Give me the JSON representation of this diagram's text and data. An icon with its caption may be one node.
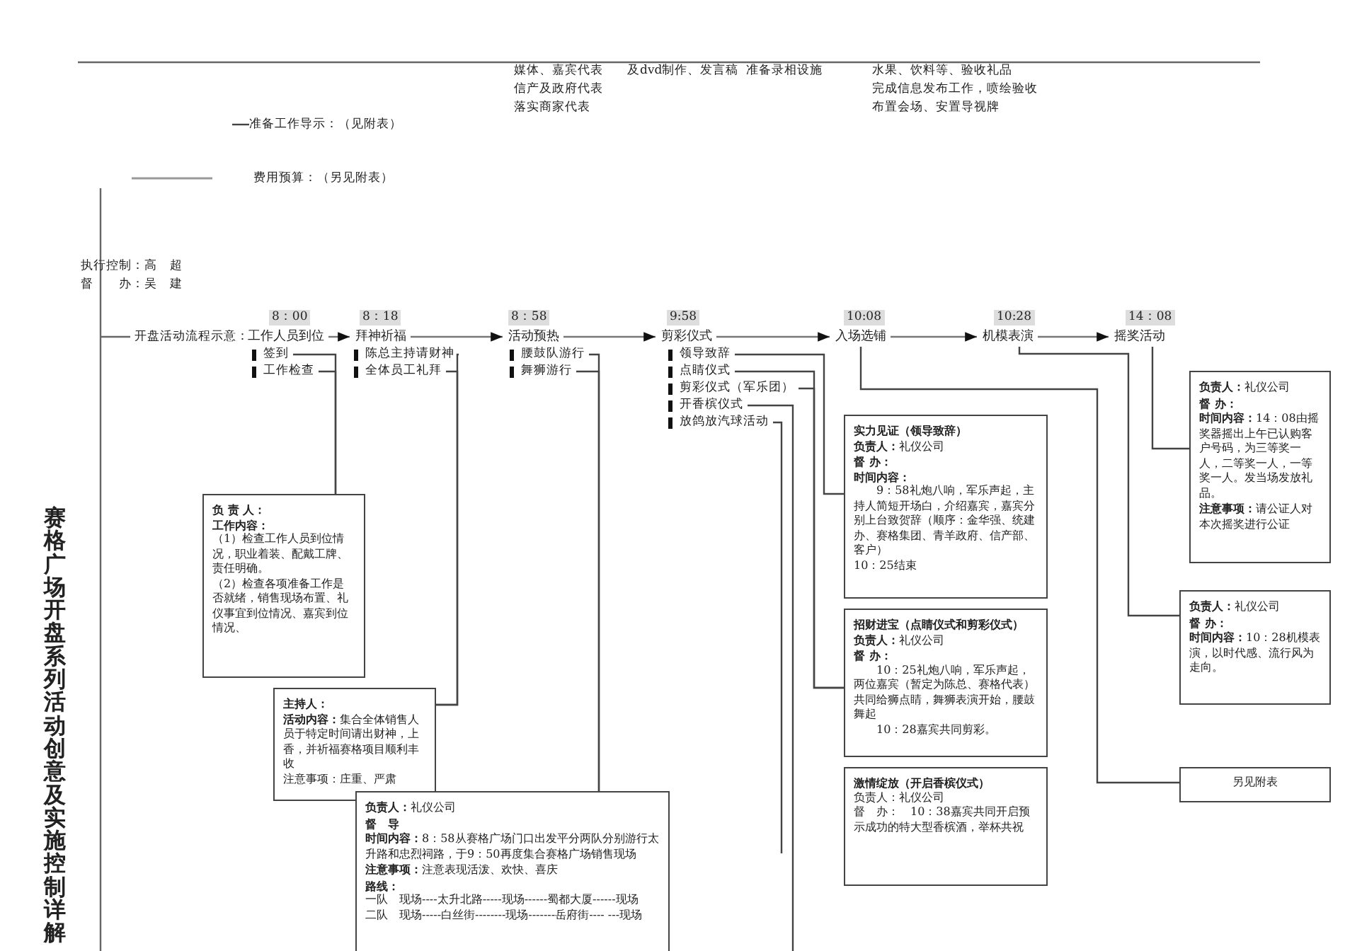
{
  "diagram": {
    "title": "赛格广场开盘系列活动创意及实施控制详解",
    "nodes": [
      {
        "text": [
          "工作人员到位"
        ],
        "beside": [
          "8：00"
        ]
      },
      {
        "text": [
          "拜神祈福"
        ],
        "beside": [
          "8：18"
        ]
      },
      {
        "text": [
          "活动预热"
        ],
        "beside": [
          "8：58"
        ]
      },
      {
        "text": [
          "剪彩仪式"
        ],
        "beside": [
          "9:58"
        ]
      },
      {
        "text": [
          "入场选铺"
        ],
        "beside": [
          "10:08"
        ]
      },
      {
        "text": [
          "机模表演"
        ],
        "beside": [
          "10:28"
        ]
      },
      {
        "text": [
          "摇奖活动"
        ],
        "beside": [
          "14：08"
        ]
      },
      {
        "text": [
          "签到"
        ]
      },
      {
        "text": [
          "工作检查"
        ]
      },
      {
        "text": [
          "负 责 人：",
          "工作内容：",
          "（1）检查工作人员到位情况，职业着装、配戴工牌、责任明确。",
          "（2）检查各项准备工作是否就绪，销售现场布置、礼仪事宜到位情况、嘉宾到位情况、"
        ]
      },
      {
        "text": [
          "陈总主持请财神"
        ]
      },
      {
        "text": [
          "全体员工礼拜"
        ]
      },
      {
        "text": [
          "主持人：",
          "**活动内容：**集合全体销售人员于特定时间请出财神，上香，并祈福赛格项目顺利丰收",
          "注意事项：庄重、严肃"
        ]
      },
      {
        "text": [
          "腰鼓队游行"
        ]
      },
      {
        "text": [
          "舞狮游行"
        ]
      },
      {
        "text": [
          "**负责人：**礼仪公司",
          "督　导",
          "**时间内容：**8：58从赛格广场门口出发平分两队分别游行太升路和忠烈祠路，于9：50再度集合赛格广场销售现场",
          "**注意事项：**注意表现活泼、欢快、喜庆",
          "路线：",
          "一队　现场----太升北路-----现场------蜀都大厦------现场",
          "二队　现场-----白丝街--------现场-------岳府街---- ---现场"
        ]
      },
      {
        "text": [
          "领导致辞"
        ]
      },
      {
        "text": [
          "点睛仪式"
        ]
      },
      {
        "text": [
          "剪彩仪式（军乐团）"
        ]
      },
      {
        "text": [
          "开香槟仪式"
        ]
      },
      {
        "text": [
          "放鸽放汽球活动"
        ]
      },
      {
        "text": [
          "实力见证（领导致辞）",
          "**负责人：**礼仪公司",
          "督 办：",
          "时间内容：",
          "9：58礼炮八响，军乐声起，主持人简短开场白，介绍嘉宾，嘉宾分别上台致贺辞（顺序：金华强、统建办、赛格集团、青羊政府、信产部、客户）",
          "10：25结束"
        ]
      },
      {
        "text": [
          "招财进宝（点睛仪式和剪彩仪式）",
          "**负责人：**礼仪公司",
          "督 办：",
          "10：25礼炮八响，军乐声起，两位嘉宾（暂定为陈总、赛格代表）共同给狮点睛，舞狮表演开始，腰鼓舞起",
          "10：28嘉宾共同剪彩。"
        ]
      },
      {
        "text": [
          "激情绽放（开启香槟仪式）",
          "负责人：礼仪公司",
          "督　办：　10：38嘉宾共同开启预示成功的特大型香槟酒，举杯共祝"
        ]
      },
      {
        "text": [
          "**负责人：**礼仪公司",
          "督 办：",
          "**时间内容：**14：08由摇奖器摇出上午已认购客户号码，为三等奖一人，二等奖一人，一等奖一人。发当场发放礼品。",
          "**注意事项：**请公证人对本次摇奖进行公证"
        ]
      },
      {
        "text": [
          "**负责人：**礼仪公司",
          "督 办：",
          "**时间内容：**10：28机模表演，以时代感、流行风为走向。"
        ]
      },
      {
        "text": [
          "另见附表"
        ]
      }
    ],
    "edges": [
      {
        "from": 0,
        "to": 1,
        "arrow": "to"
      },
      {
        "from": 1,
        "to": 2,
        "arrow": "to"
      },
      {
        "from": 2,
        "to": 3,
        "arrow": "to"
      },
      {
        "from": 3,
        "to": 4,
        "arrow": "to"
      },
      {
        "from": 4,
        "to": 5,
        "arrow": "to"
      },
      {
        "from": 5,
        "to": 6,
        "arrow": "to"
      },
      {
        "from": 7,
        "to": 9,
        "arrow": "none"
      },
      {
        "from": 8,
        "to": 9,
        "arrow": "none"
      },
      {
        "from": 10,
        "to": 12,
        "arrow": "none"
      },
      {
        "from": 11,
        "to": 12,
        "arrow": "none"
      },
      {
        "from": 13,
        "to": 15,
        "arrow": "none"
      },
      {
        "from": 14,
        "to": 15,
        "arrow": "none"
      },
      {
        "from": 16,
        "to": 21,
        "arrow": "none"
      },
      {
        "from": 17,
        "to": 22,
        "arrow": "none"
      },
      {
        "from": 18,
        "to": 22,
        "arrow": "none"
      },
      {
        "from": 19,
        "to": null,
        "arrow": "none"
      },
      {
        "from": 20,
        "to": null,
        "arrow": "none"
      },
      {
        "from": 6,
        "to": 24,
        "arrow": "none"
      },
      {
        "from": 5,
        "to": 25,
        "arrow": "none"
      },
      {
        "from": 4,
        "to": 26,
        "arrow": "none"
      }
    ],
    "labels": [
      "媒体、嘉宾代表",
      "及dvd制作、发言稿",
      "准备录相设施",
      "水果、饮料等、验收礼品",
      "信产及政府代表",
      "完成信息发布工作，喷绘验收",
      "落实商家代表",
      "布置会场、安置导视牌",
      "准备工作导示：（见附表）",
      "费用预算：（另见附表）",
      "执行控制：高　超",
      "督　　办：吴　建",
      "开盘活动流程示意："
    ]
  }
}
